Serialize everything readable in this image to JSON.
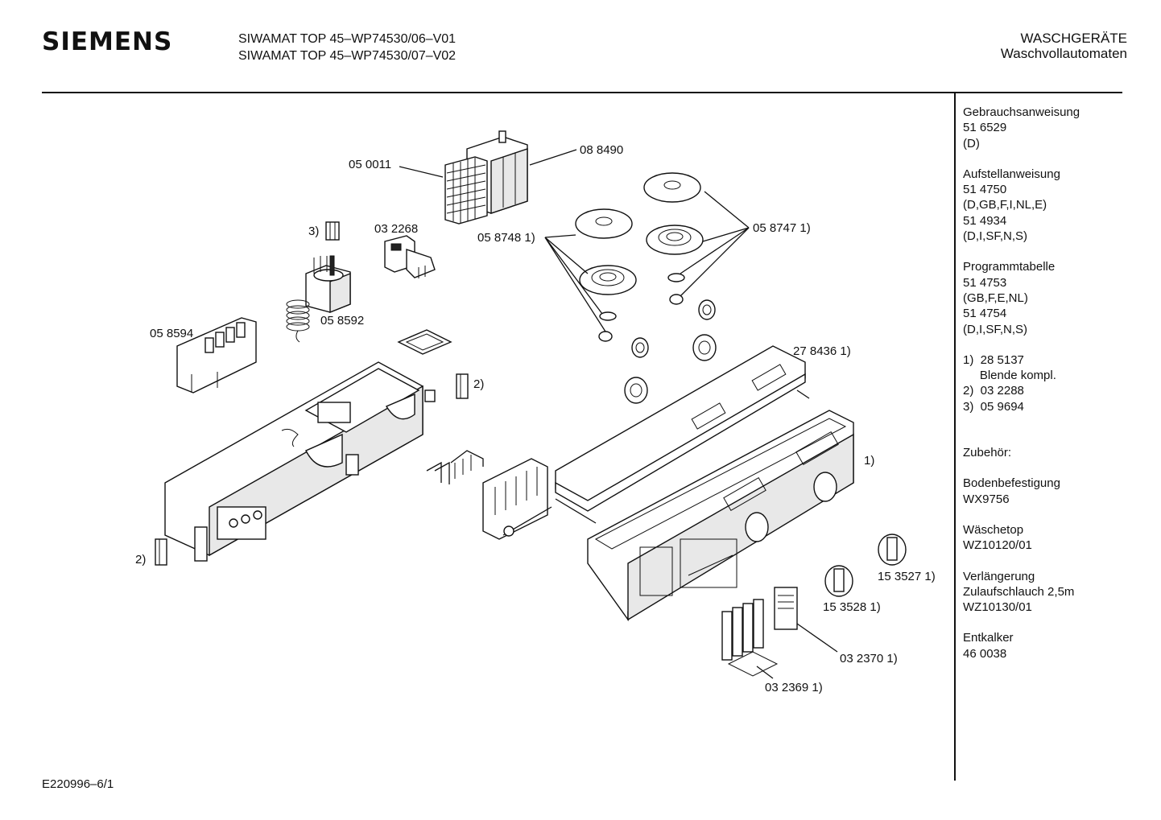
{
  "header": {
    "brand": "SIEMENS",
    "model_1": "SIWAMAT TOP 45–WP74530/06–V01",
    "model_2": "SIWAMAT TOP 45–WP74530/07–V02",
    "category": "WASCHGERÄTE",
    "subcategory": "Waschvollautomaten"
  },
  "sidebar": {
    "groups": [
      {
        "lines": [
          "Gebrauchsanweisung",
          "51 6529",
          "(D)"
        ]
      },
      {
        "lines": [
          "Aufstellanweisung",
          "51 4750",
          "(D,GB,F,I,NL,E)",
          "51 4934",
          "(D,I,SF,N,S)"
        ]
      },
      {
        "lines": [
          "Programmtabelle",
          "51 4753",
          "(GB,F,E,NL)",
          "51 4754",
          "(D,I,SF,N,S)"
        ]
      },
      {
        "lines": [
          "1)  28 5137",
          "     Blende kompl.",
          "2)  03 2288",
          "3)  05 9694"
        ]
      },
      {
        "lines": [
          "Zubehör:"
        ]
      },
      {
        "lines": [
          "Bodenbefestigung",
          "WX9756"
        ]
      },
      {
        "lines": [
          "Wäschetop",
          "WZ10120/01"
        ]
      },
      {
        "lines": [
          "Verlängerung",
          "Zulaufschlauch 2,5m",
          "WZ10130/01"
        ]
      },
      {
        "lines": [
          "Entkalker",
          "46 0038"
        ]
      }
    ]
  },
  "parts": {
    "p050011": "05 0011",
    "p088490": "08 8490",
    "p3": "3)",
    "p032268": "03 2268",
    "p058748": "05 8748 1)",
    "p058747": "05 8747 1)",
    "p058594": "05 8594",
    "p058592": "05 8592",
    "p278436": "27 8436 1)",
    "p2a": "2)",
    "p2b": "2)",
    "p1": "1)",
    "p153527": "15 3527 1)",
    "p153528": "15 3528 1)",
    "p032370": "03 2370 1)",
    "p032369": "03 2369 1)"
  },
  "footer": {
    "code": "E220996–6/1"
  }
}
